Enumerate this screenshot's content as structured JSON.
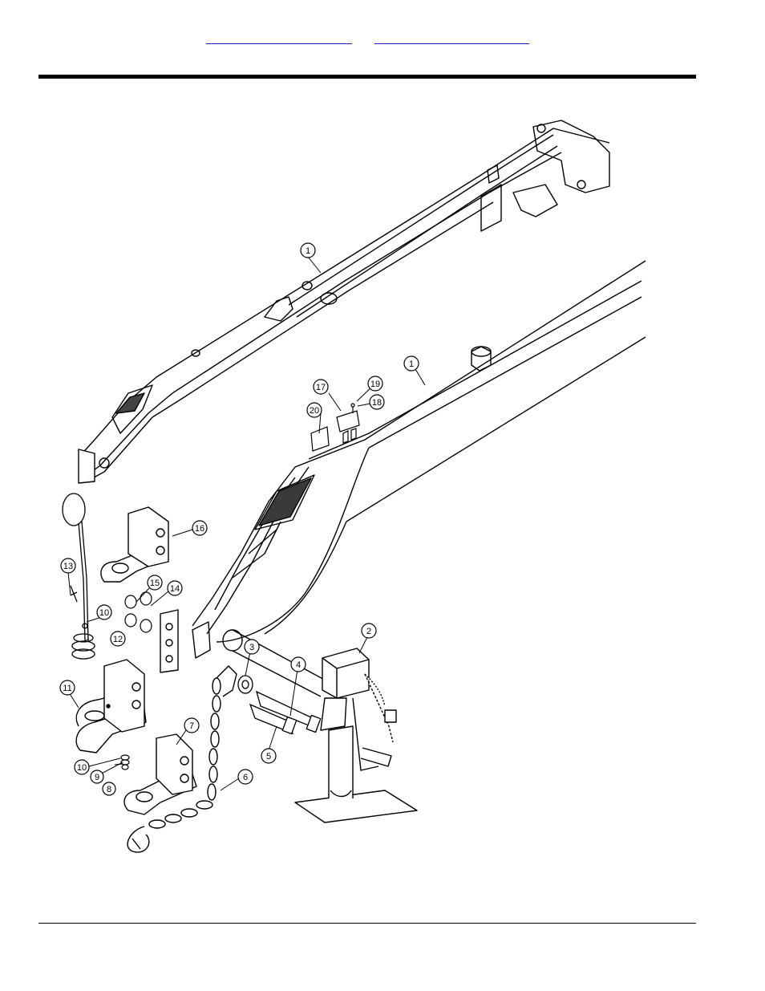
{
  "header": {
    "link_left": "",
    "link_right": ""
  },
  "diagram": {
    "callouts": [
      {
        "id": "c1a",
        "label": "1"
      },
      {
        "id": "c1b",
        "label": "1"
      },
      {
        "id": "c2",
        "label": "2"
      },
      {
        "id": "c3",
        "label": "3"
      },
      {
        "id": "c4",
        "label": "4"
      },
      {
        "id": "c5",
        "label": "5"
      },
      {
        "id": "c6",
        "label": "6"
      },
      {
        "id": "c7",
        "label": "7"
      },
      {
        "id": "c8",
        "label": "8"
      },
      {
        "id": "c9",
        "label": "9"
      },
      {
        "id": "c10a",
        "label": "10"
      },
      {
        "id": "c10b",
        "label": "10"
      },
      {
        "id": "c11",
        "label": "11"
      },
      {
        "id": "c12",
        "label": "12"
      },
      {
        "id": "c13",
        "label": "13"
      },
      {
        "id": "c14",
        "label": "14"
      },
      {
        "id": "c15",
        "label": "15"
      },
      {
        "id": "c16",
        "label": "16"
      },
      {
        "id": "c17",
        "label": "17"
      },
      {
        "id": "c18",
        "label": "18"
      },
      {
        "id": "c19",
        "label": "19"
      },
      {
        "id": "c20",
        "label": "20"
      }
    ]
  }
}
